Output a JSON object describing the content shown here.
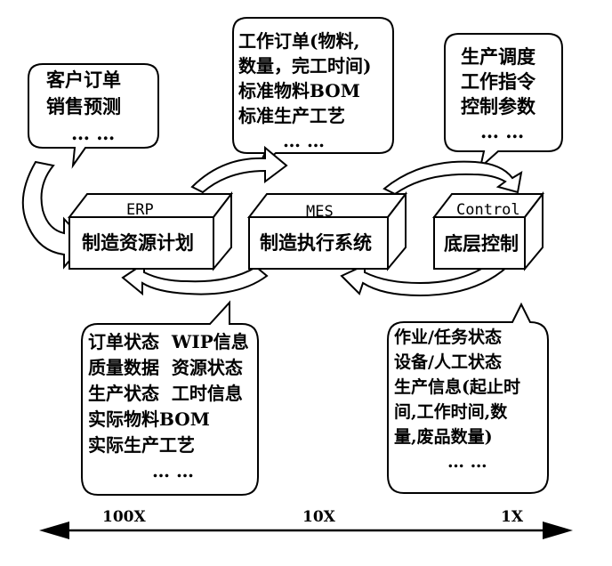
{
  "systems": [
    {
      "id": "erp",
      "label": "ERP",
      "title": "制造资源计划"
    },
    {
      "id": "mes",
      "label": "MES",
      "title": "制造执行系统"
    },
    {
      "id": "control",
      "label": "Control",
      "title": "底层控制"
    }
  ],
  "bubbles": {
    "customer": [
      "客户订单",
      "销售预测",
      "… …"
    ],
    "mes_input": [
      "工作订单(物料,",
      "数量，完工时间)",
      "标准物料BOM",
      "标准生产工艺",
      "… …"
    ],
    "control_input": [
      "生产调度",
      "工作指令",
      "控制参数",
      "… …"
    ],
    "erp_feedback": [
      "订单状态  WIP信息",
      "质量数据  资源状态",
      "生产状态  工时信息",
      "实际物料BOM",
      "实际生产工艺",
      "… …"
    ],
    "mes_feedback": [
      "作业/任务状态",
      "设备/人工状态",
      "生产信息(起止时",
      "间,工作时间,数",
      "量,废品数量)",
      "… …"
    ]
  },
  "scale": [
    "100X",
    "10X",
    "1X"
  ]
}
